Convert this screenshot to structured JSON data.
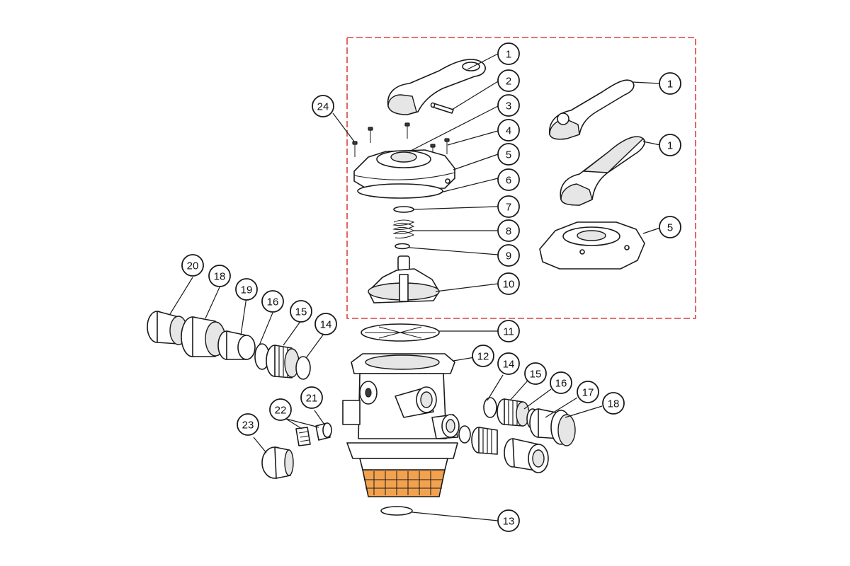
{
  "diagram": {
    "accent_color": "#d94343",
    "basket_color": "#f2a24f",
    "callouts": [
      {
        "id": "c1a",
        "label": "1"
      },
      {
        "id": "c2",
        "label": "2"
      },
      {
        "id": "c3",
        "label": "3"
      },
      {
        "id": "c4",
        "label": "4"
      },
      {
        "id": "c5a",
        "label": "5"
      },
      {
        "id": "c6",
        "label": "6"
      },
      {
        "id": "c7",
        "label": "7"
      },
      {
        "id": "c8",
        "label": "8"
      },
      {
        "id": "c9",
        "label": "9"
      },
      {
        "id": "c10",
        "label": "10"
      },
      {
        "id": "c1b",
        "label": "1"
      },
      {
        "id": "c1c",
        "label": "1"
      },
      {
        "id": "c5b",
        "label": "5"
      },
      {
        "id": "c24",
        "label": "24"
      },
      {
        "id": "c11",
        "label": "11"
      },
      {
        "id": "c12",
        "label": "12"
      },
      {
        "id": "c13",
        "label": "13"
      },
      {
        "id": "c14r",
        "label": "14"
      },
      {
        "id": "c15r",
        "label": "15"
      },
      {
        "id": "c16r",
        "label": "16"
      },
      {
        "id": "c17",
        "label": "17"
      },
      {
        "id": "c18r",
        "label": "18"
      },
      {
        "id": "c20",
        "label": "20"
      },
      {
        "id": "c18l",
        "label": "18"
      },
      {
        "id": "c19",
        "label": "19"
      },
      {
        "id": "c16l",
        "label": "16"
      },
      {
        "id": "c15l",
        "label": "15"
      },
      {
        "id": "c14l",
        "label": "14"
      },
      {
        "id": "c21",
        "label": "21"
      },
      {
        "id": "c22",
        "label": "22"
      },
      {
        "id": "c23",
        "label": "23"
      }
    ]
  }
}
